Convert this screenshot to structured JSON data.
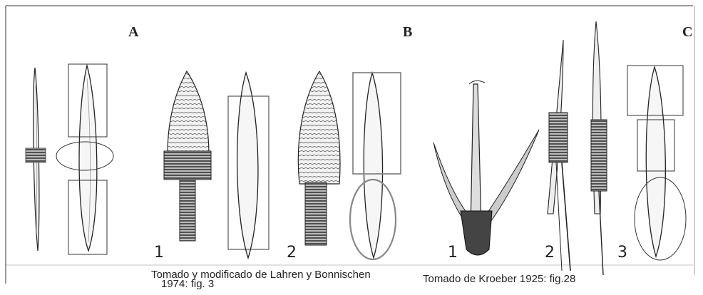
{
  "panels": {
    "a": {
      "letter": "A"
    },
    "b": {
      "letter": "B",
      "numbers": [
        "1",
        "2"
      ]
    },
    "c": {
      "letter": "C",
      "numbers": [
        "1",
        "2",
        "3"
      ]
    }
  },
  "captions": {
    "b_line1": "Tomado y modificado de Lahren y Bonnischen",
    "b_line2": "1974: fig. 3",
    "c": "Tomado de Kroeber 1925: fig.28"
  }
}
